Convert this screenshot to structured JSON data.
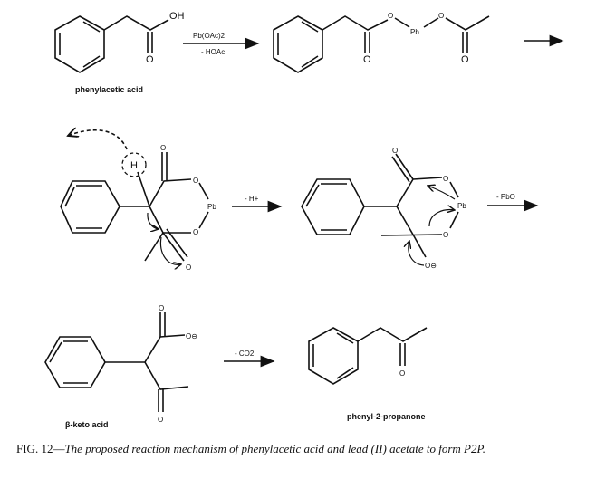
{
  "steps": {
    "step1_reagent": "Pb(OAc)2",
    "step1_byproduct": "- HOAc",
    "step2_byproduct": "- H+",
    "step3_byproduct": "- PbO",
    "step4_byproduct": "- CO2"
  },
  "atoms": {
    "O": "O",
    "OH": "OH",
    "Pb": "Pb",
    "H": "H",
    "O_minus": "O⊖"
  },
  "labels": {
    "start": "phenylacetic acid",
    "intermediate": "β-keto acid",
    "product": "phenyl-2-propanone"
  },
  "caption": {
    "prefix": "FIG. 12—",
    "text": "The proposed reaction mechanism of phenylacetic acid and lead (II) acetate to form P2P."
  }
}
